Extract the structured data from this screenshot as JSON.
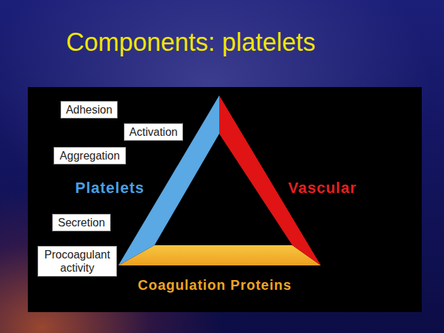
{
  "diagram": {
    "title": "Components: platelets",
    "nodes": [
      {
        "text": [
          "Adhesion"
        ]
      },
      {
        "text": [
          "Activation"
        ]
      },
      {
        "text": [
          "Aggregation"
        ]
      },
      {
        "text": [
          "Secretion"
        ]
      },
      {
        "text": [
          "Procoagulant activity"
        ]
      }
    ],
    "labels": [
      "Platelets",
      "Vascular",
      "Coagulation Proteins"
    ]
  }
}
